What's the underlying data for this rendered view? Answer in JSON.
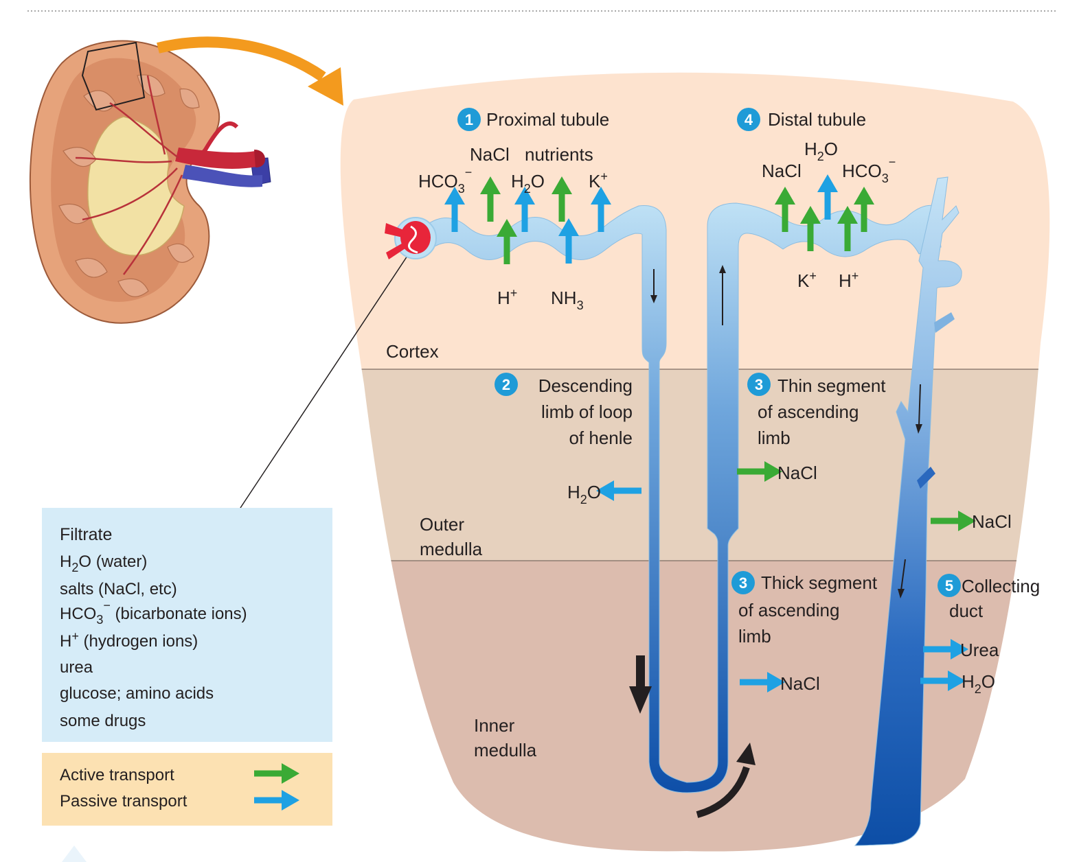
{
  "zones": {
    "cortex": "Cortex",
    "outer_medulla": [
      "Outer",
      "medulla"
    ],
    "inner_medulla": [
      "Inner",
      "medulla"
    ]
  },
  "segments": {
    "proximal": {
      "number": "1",
      "label": "Proximal tubule"
    },
    "descending": {
      "number": "2",
      "lines": [
        "Descending",
        "limb of loop",
        "of henle"
      ]
    },
    "thin_ascending": {
      "number": "3",
      "lines": [
        "Thin segment",
        "of ascending",
        "limb"
      ]
    },
    "thick_ascending": {
      "number": "3",
      "lines": [
        "Thick segment",
        "of ascending",
        "limb"
      ]
    },
    "distal": {
      "number": "4",
      "label": "Distal tubule"
    },
    "collecting": {
      "number": "5",
      "lines": [
        "Collecting",
        "duct"
      ]
    }
  },
  "substances": {
    "nacl": "NaCl",
    "nutrients": "nutrients",
    "hco3_base": "HCO",
    "hco3_sub": "3",
    "hco3_sup": "−",
    "h2o_a": "H",
    "h2o_sub": "2",
    "h2o_b": "O",
    "k_base": "K",
    "k_sup": "+",
    "h_base": "H",
    "h_sup": "+",
    "nh3_base": "NH",
    "nh3_sub": "3",
    "urea": "Urea"
  },
  "filtrate": {
    "title": "Filtrate",
    "water": {
      "a": "H",
      "sub": "2",
      "b": "O (water)"
    },
    "salts": "salts (NaCl, etc)",
    "bicarbonate": {
      "a": "HCO",
      "sub": "3",
      "sup": "−",
      "b": " (bicarbonate ions)"
    },
    "hydrogen": {
      "a": "H",
      "sup": "+",
      "b": " (hydrogen  ions)"
    },
    "urea": "urea",
    "glucose": "glucose; amino acids",
    "drugs": "some drugs"
  },
  "legend": {
    "active": "Active transport",
    "passive": "Passive transport"
  },
  "colors": {
    "active_arrow": "#3aaa35",
    "passive_arrow": "#1ea1e3",
    "badge": "#1f9bd7",
    "cortex": "#fde3cf",
    "outer_medulla": "#e6d1be",
    "inner_medulla": "#dcbcae",
    "filtrate_box": "#d6ecf8",
    "legend_box": "#fce1b2",
    "orange_arrow": "#f39a1e"
  }
}
